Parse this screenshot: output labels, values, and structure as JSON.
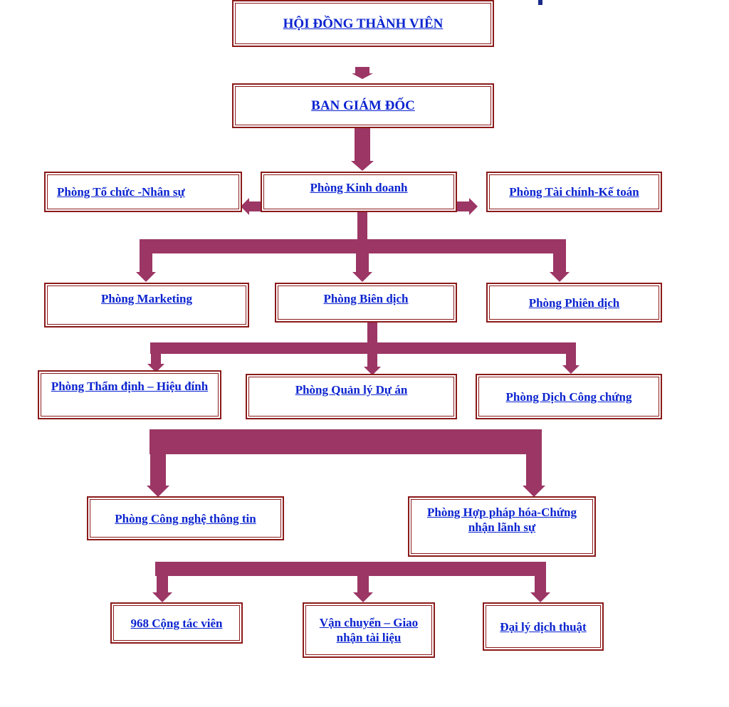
{
  "theme": {
    "connector_color": "#9b3665",
    "border_color": "#8b1a1a",
    "link_color": "#0b24cf"
  },
  "nodes": {
    "hoi_dong": "HỘI ĐỒNG THÀNH VIÊN",
    "ban_giam_doc": "BAN GIÁM ĐỐC",
    "to_chuc": "Phòng Tổ chức -Nhân sự",
    "kinh_doanh": "Phòng Kinh doanh",
    "tai_chinh": "Phòng Tài chính-Kế toán",
    "marketing": "Phòng Marketing",
    "bien_dich": "Phòng Biên dịch",
    "phien_dich": "Phòng Phiên dịch",
    "tham_dinh": "Phòng Thẩm định – Hiệu đính",
    "quan_ly_du_an": "Phòng Quản lý Dự án",
    "dich_cong_chung": "Phòng Dịch Công chứng",
    "cong_nghe": "Phòng Công nghệ thông tin",
    "hop_phap_hoa": "Phòng Hợp pháp hóa-Chứng nhận lãnh sự",
    "cong_tac_vien": "968 Cộng tác viên",
    "van_chuyen": "Vận chuyển – Giao nhận tài liệu",
    "dai_ly": "Đại lý dịch thuật"
  }
}
